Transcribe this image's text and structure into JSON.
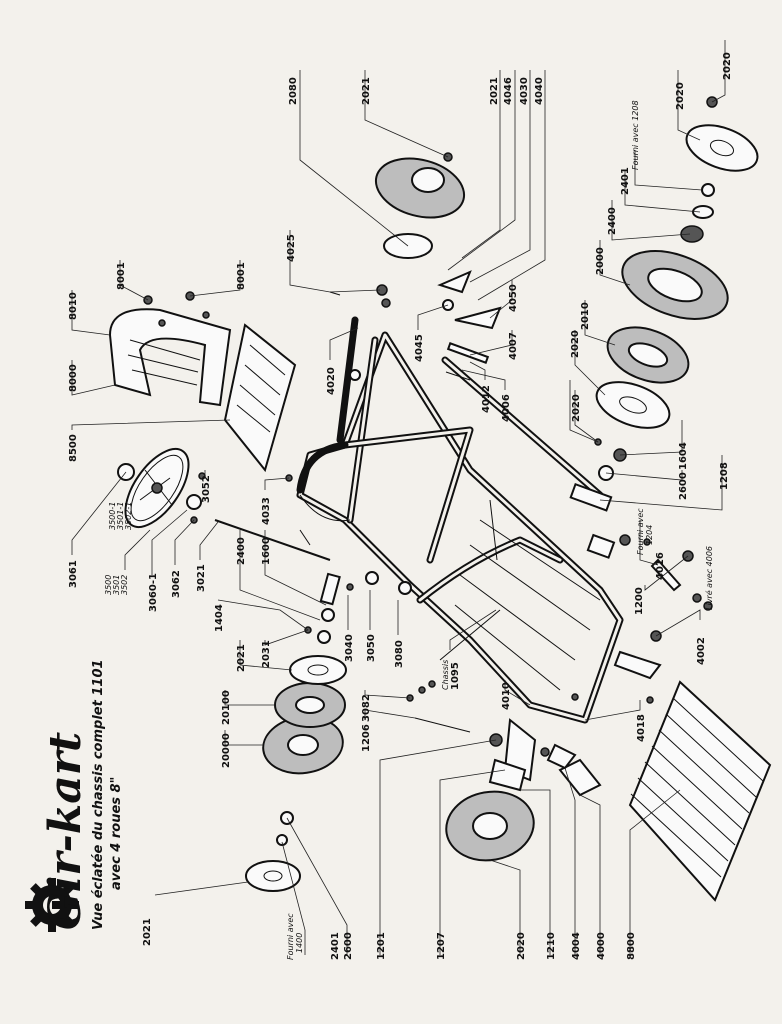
{
  "brand": "Gir-kart",
  "subtitle_line1": "Vue éclatée du chassis complet 1101",
  "subtitle_line2": "avec 4 roues 8\"",
  "chassis_label": "Chassis",
  "chassis_number": "1095",
  "note_fourni_1208": "Fourni avec 1208",
  "note_fourni_1204": "Fourni avec",
  "note_fourni_1204_num": "1204",
  "note_livre_4006": "Livré avec 4006",
  "note_fourni_1400": "Fourni avec",
  "note_fourni_1400_num": "1400",
  "part_numbers": {
    "p2080": "2080",
    "p2021a": "2021",
    "p2021b": "2021",
    "p4046": "4046",
    "p4030": "4030",
    "p4040": "4040",
    "p2020a": "2020",
    "p2020b": "2020",
    "p2401a": "2401",
    "p2400a": "2400",
    "p2000": "2000",
    "p2010": "2010",
    "p2020c": "2020",
    "p1604": "1604",
    "p2600a": "2600",
    "p1208": "1208",
    "p4025": "4025",
    "p4045": "4045",
    "p4050": "4050",
    "p4007": "4007",
    "p4020": "4020",
    "p4012": "4012",
    "p4006": "4006",
    "p2020d": "2020",
    "p8001a": "8001",
    "p8001b": "8001",
    "p8010": "8010",
    "p8000": "8000",
    "p8500": "8500",
    "p3052": "3052",
    "p4033": "4033",
    "p3061": "3061",
    "p3060": "3060-1",
    "p3062": "3062",
    "p3021": "3021",
    "p1404": "1404",
    "p2400b": "2400",
    "p1600": "1600",
    "p3040": "3040",
    "p3050": "3050",
    "p3080": "3080",
    "p2021c": "2021",
    "p2031": "2031",
    "p20100": "20100",
    "p20000": "20000",
    "p3082": "3082",
    "p1206": "1206",
    "p4010": "4010",
    "p1200": "1200",
    "p4016": "4016",
    "p4002": "4002",
    "p4018": "4018",
    "p2021d": "2021",
    "p2401b": "2401",
    "p2600b": "2600",
    "p1201": "1201",
    "p1207": "1207",
    "p2020e": "2020",
    "p1210": "1210",
    "p4004": "4004",
    "p4000": "4000",
    "p8800": "8800",
    "stack_3500": "3500",
    "stack_3501": "3501",
    "stack_3502": "3502",
    "stack_3500_1": "3500-1",
    "stack_3501_1": "3501-1",
    "stack_3502_1": "3502-1"
  }
}
